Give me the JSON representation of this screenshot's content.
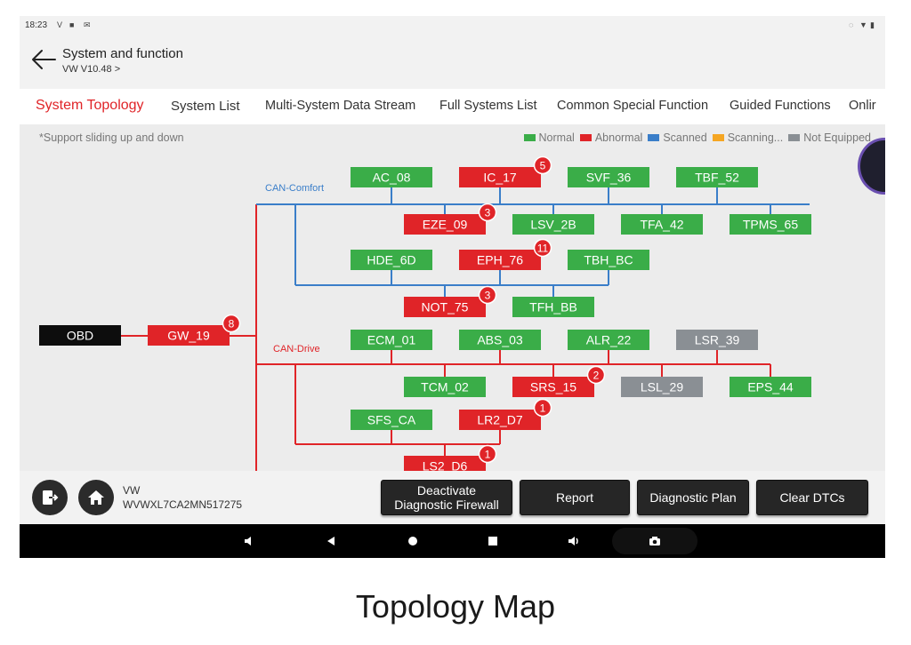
{
  "status_bar": {
    "time": "18:23",
    "left_icons": [
      "V",
      "■",
      "✉"
    ],
    "right_icons": [
      "◌",
      "▼",
      "▮"
    ]
  },
  "header": {
    "title": "System and function",
    "subtitle": "VW V10.48 >"
  },
  "tabs": [
    {
      "label": "System Topology",
      "active": true
    },
    {
      "label": "System List"
    },
    {
      "label": "Multi-System Data Stream"
    },
    {
      "label": "Full Systems List"
    },
    {
      "label": "Common Special Function"
    },
    {
      "label": "Guided Functions"
    },
    {
      "label": "Onlir"
    }
  ],
  "hint": "*Support sliding up and down",
  "legend": [
    {
      "label": "Normal",
      "color": "#3aad48"
    },
    {
      "label": "Abnormal",
      "color": "#e02428"
    },
    {
      "label": "Scanned",
      "color": "#3a7ec9"
    },
    {
      "label": "Scanning...",
      "color": "#f5a623"
    },
    {
      "label": "Not Equipped",
      "color": "#8a8f94"
    }
  ],
  "colors": {
    "normal": "#3aad48",
    "abnormal": "#e02428",
    "not_equipped": "#8a8f94",
    "obd": "#0d0d0d",
    "comfort_bus": "#3a7ec9",
    "drive_bus": "#e02428"
  },
  "topology": {
    "buses": [
      {
        "id": "comfort",
        "label": "CAN-Comfort",
        "color": "#3a7ec9"
      },
      {
        "id": "drive",
        "label": "CAN-Drive",
        "color": "#e02428"
      }
    ],
    "nodes": [
      {
        "id": "OBD",
        "label": "OBD",
        "status": "obd"
      },
      {
        "id": "GW_19",
        "label": "GW_19",
        "status": "abnormal",
        "dtc": "8"
      },
      {
        "id": "AC_08",
        "label": "AC_08",
        "status": "normal"
      },
      {
        "id": "IC_17",
        "label": "IC_17",
        "status": "abnormal",
        "dtc": "5"
      },
      {
        "id": "SVF_36",
        "label": "SVF_36",
        "status": "normal"
      },
      {
        "id": "TBF_52",
        "label": "TBF_52",
        "status": "normal"
      },
      {
        "id": "EZE_09",
        "label": "EZE_09",
        "status": "abnormal",
        "dtc": "3"
      },
      {
        "id": "LSV_2B",
        "label": "LSV_2B",
        "status": "normal"
      },
      {
        "id": "TFA_42",
        "label": "TFA_42",
        "status": "normal"
      },
      {
        "id": "TPMS_65",
        "label": "TPMS_65",
        "status": "normal"
      },
      {
        "id": "HDE_6D",
        "label": "HDE_6D",
        "status": "normal"
      },
      {
        "id": "EPH_76",
        "label": "EPH_76",
        "status": "abnormal",
        "dtc": "11"
      },
      {
        "id": "TBH_BC",
        "label": "TBH_BC",
        "status": "normal"
      },
      {
        "id": "NOT_75",
        "label": "NOT_75",
        "status": "abnormal",
        "dtc": "3"
      },
      {
        "id": "TFH_BB",
        "label": "TFH_BB",
        "status": "normal"
      },
      {
        "id": "ECM_01",
        "label": "ECM_01",
        "status": "normal"
      },
      {
        "id": "ABS_03",
        "label": "ABS_03",
        "status": "normal"
      },
      {
        "id": "ALR_22",
        "label": "ALR_22",
        "status": "normal"
      },
      {
        "id": "LSR_39",
        "label": "LSR_39",
        "status": "not_equipped"
      },
      {
        "id": "TCM_02",
        "label": "TCM_02",
        "status": "normal"
      },
      {
        "id": "SRS_15",
        "label": "SRS_15",
        "status": "abnormal",
        "dtc": "2"
      },
      {
        "id": "LSL_29",
        "label": "LSL_29",
        "status": "not_equipped"
      },
      {
        "id": "EPS_44",
        "label": "EPS_44",
        "status": "normal"
      },
      {
        "id": "SFS_CA",
        "label": "SFS_CA",
        "status": "normal"
      },
      {
        "id": "LR2_D7",
        "label": "LR2_D7",
        "status": "abnormal",
        "dtc": "1"
      },
      {
        "id": "LS2_D6",
        "label": "LS2_D6",
        "status": "abnormal",
        "dtc": "1"
      }
    ]
  },
  "vehicle": {
    "make": "VW",
    "vin": "WVWXL7CA2MN517275"
  },
  "actions": {
    "deactivate_line1": "Deactivate",
    "deactivate_line2": "Diagnostic Firewall",
    "report": "Report",
    "diagnostic_plan": "Diagnostic Plan",
    "clear_dtcs": "Clear DTCs"
  },
  "caption": "Topology Map"
}
